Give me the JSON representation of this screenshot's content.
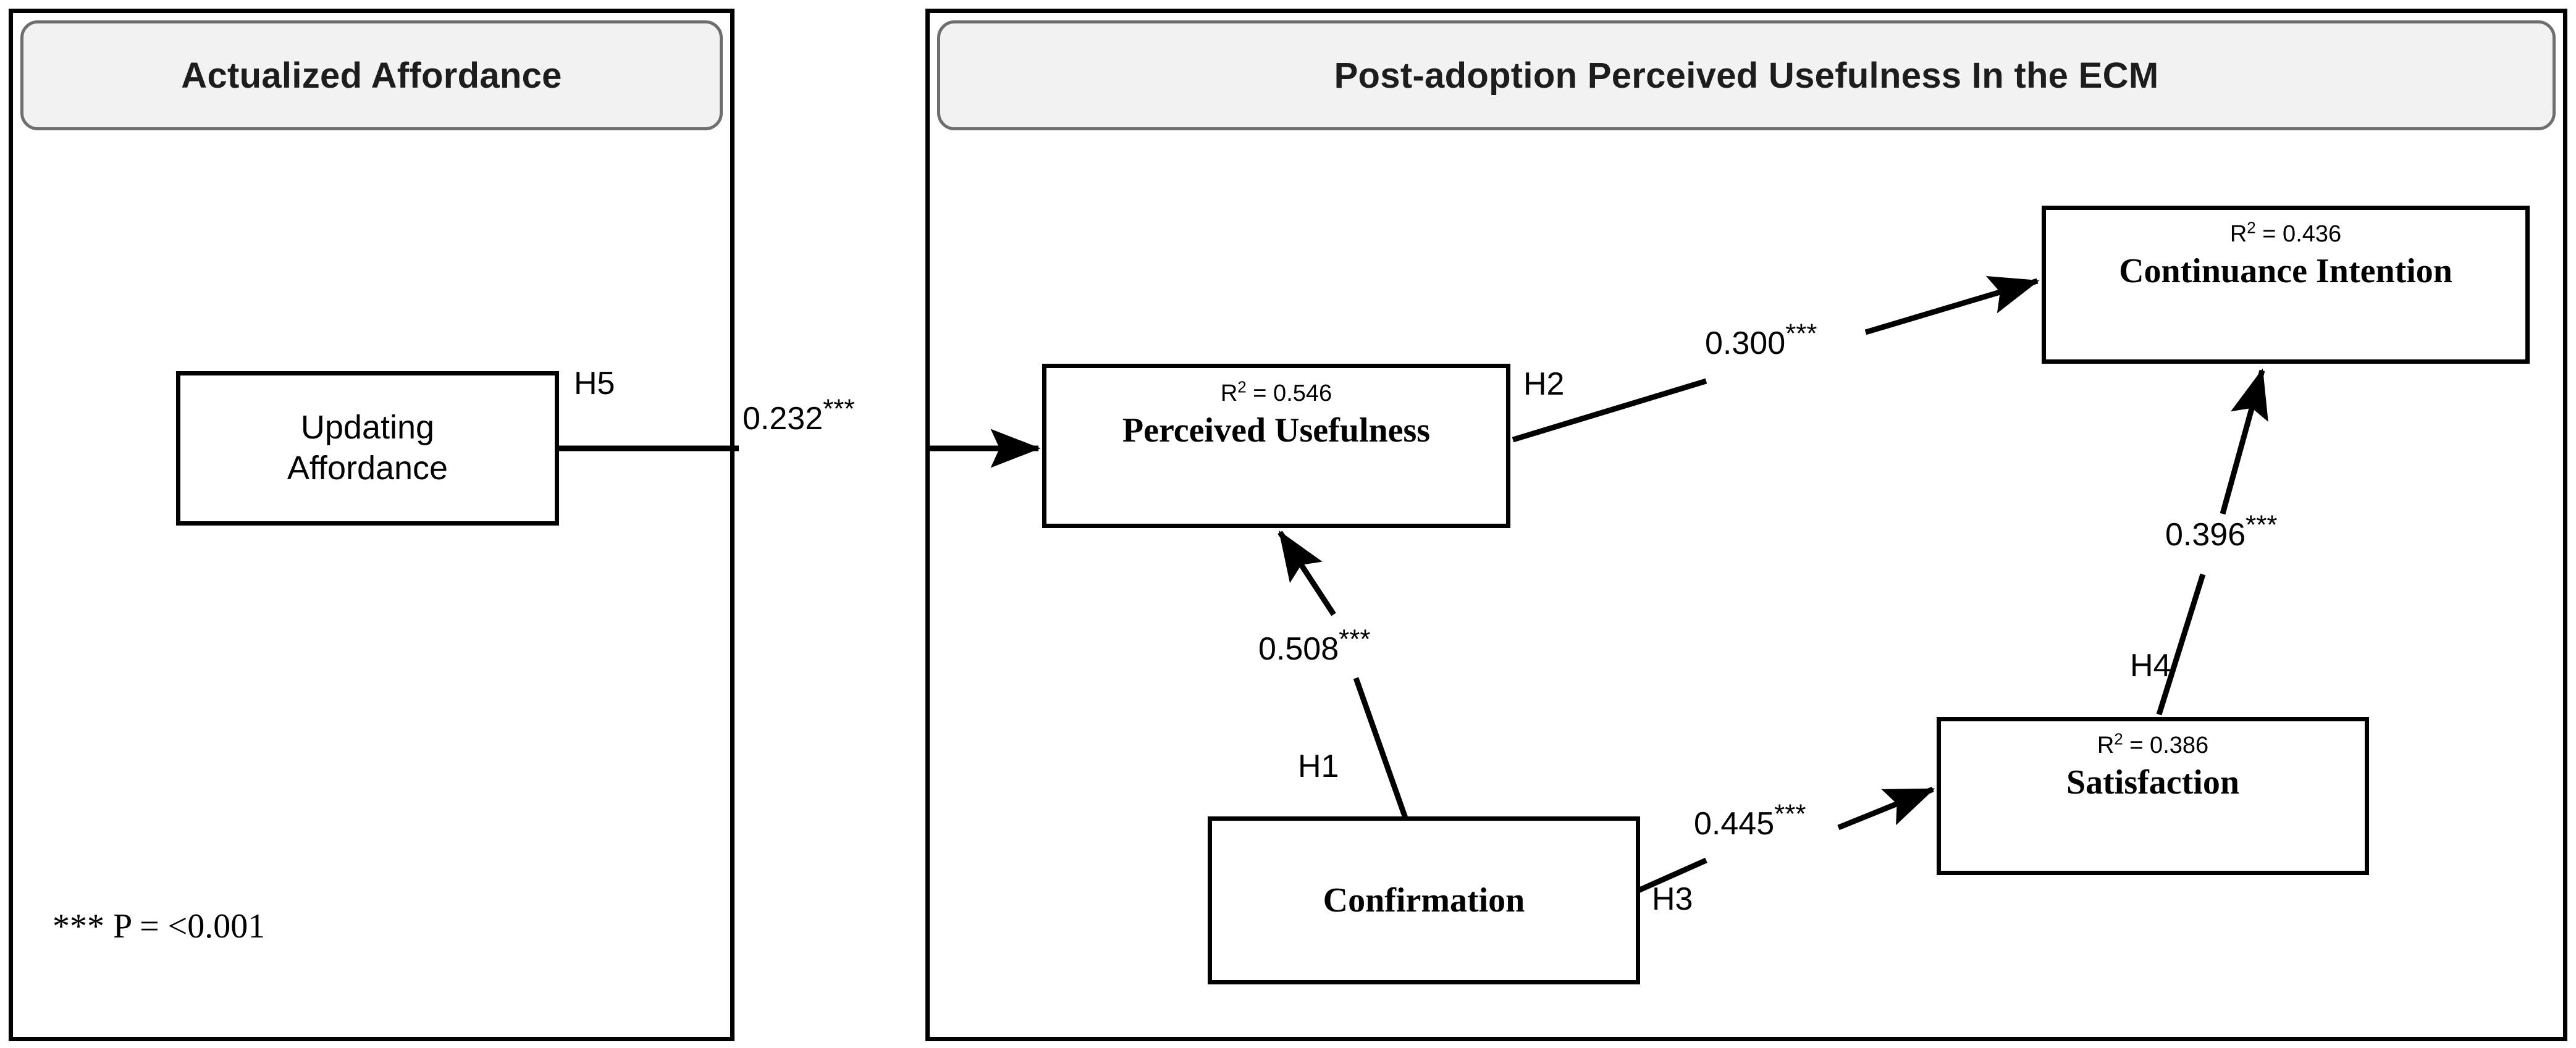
{
  "figure": {
    "type": "path-diagram",
    "footnote": "*** P = <0.001"
  },
  "panels": [
    {
      "id": "actualized-affordance",
      "title": "Actualized Affordance"
    },
    {
      "id": "post-adoption-ecm",
      "title": "Post-adoption Perceived Usefulness In the ECM"
    }
  ],
  "nodes": {
    "updating_affordance": {
      "line1": "Updating",
      "line2": "Affordance"
    },
    "perceived_usefulness": {
      "r2_prefix": "R",
      "r2_exp": "2",
      "r2_value": " = 0.546",
      "label": "Perceived Usefulness"
    },
    "continuance_intention": {
      "r2_prefix": "R",
      "r2_exp": "2",
      "r2_value": " = 0.436",
      "label": "Continuance Intention"
    },
    "satisfaction": {
      "r2_prefix": "R",
      "r2_exp": "2",
      "r2_value": " = 0.386",
      "label": "Satisfaction"
    },
    "confirmation": {
      "label": "Confirmation"
    }
  },
  "paths": {
    "h5": {
      "hypothesis": "H5",
      "coefficient": "0.232",
      "stars": "***",
      "from": "Updating Affordance",
      "to": "Perceived Usefulness"
    },
    "h2": {
      "hypothesis": "H2",
      "coefficient": "0.300",
      "stars": "***",
      "from": "Perceived Usefulness",
      "to": "Continuance Intention"
    },
    "h1": {
      "hypothesis": "H1",
      "coefficient": "0.508",
      "stars": "***",
      "from": "Confirmation",
      "to": "Perceived Usefulness"
    },
    "h3": {
      "hypothesis": "H3",
      "coefficient": "0.445",
      "stars": "***",
      "from": "Confirmation",
      "to": "Satisfaction"
    },
    "h4": {
      "hypothesis": "H4",
      "coefficient": "0.396",
      "stars": "***",
      "from": "Satisfaction",
      "to": "Continuance Intention"
    }
  },
  "chart_data": {
    "type": "diagram",
    "title": "Post-adoption Perceived Usefulness In the ECM",
    "notes": "*** P = <0.001",
    "nodes": [
      {
        "name": "Updating Affordance",
        "r2": null,
        "group": "Actualized Affordance"
      },
      {
        "name": "Perceived Usefulness",
        "r2": 0.546,
        "group": "Post-adoption Perceived Usefulness In the ECM"
      },
      {
        "name": "Continuance Intention",
        "r2": 0.436,
        "group": "Post-adoption Perceived Usefulness In the ECM"
      },
      {
        "name": "Satisfaction",
        "r2": 0.386,
        "group": "Post-adoption Perceived Usefulness In the ECM"
      },
      {
        "name": "Confirmation",
        "r2": null,
        "group": "Post-adoption Perceived Usefulness In the ECM"
      }
    ],
    "edges": [
      {
        "hypothesis": "H5",
        "source": "Updating Affordance",
        "target": "Perceived Usefulness",
        "coefficient": 0.232,
        "significance": "***"
      },
      {
        "hypothesis": "H1",
        "source": "Confirmation",
        "target": "Perceived Usefulness",
        "coefficient": 0.508,
        "significance": "***"
      },
      {
        "hypothesis": "H2",
        "source": "Perceived Usefulness",
        "target": "Continuance Intention",
        "coefficient": 0.3,
        "significance": "***"
      },
      {
        "hypothesis": "H3",
        "source": "Confirmation",
        "target": "Satisfaction",
        "coefficient": 0.445,
        "significance": "***"
      },
      {
        "hypothesis": "H4",
        "source": "Satisfaction",
        "target": "Continuance Intention",
        "coefficient": 0.396,
        "significance": "***"
      }
    ]
  }
}
